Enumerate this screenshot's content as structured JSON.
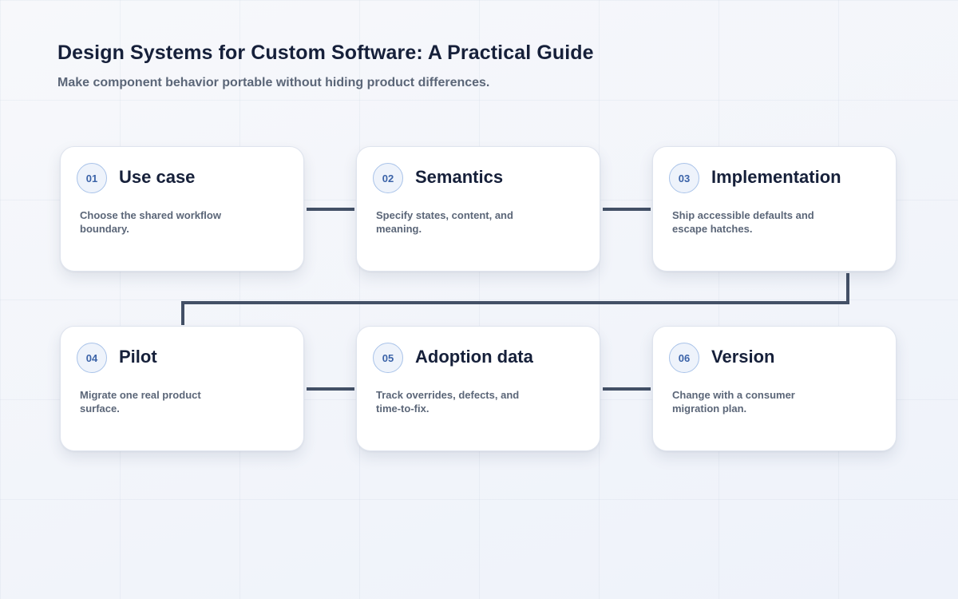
{
  "header": {
    "title": "Design Systems for Custom Software: A Practical Guide",
    "subtitle": "Make component behavior portable without hiding product differences."
  },
  "colors": {
    "connector": "#435066",
    "badge_text": "#3b63a8",
    "badge_border": "#a9c3e9"
  },
  "steps": [
    {
      "number": "01",
      "title": "Use case",
      "description": "Choose the shared workflow boundary."
    },
    {
      "number": "02",
      "title": "Semantics",
      "description": "Specify states, content, and meaning."
    },
    {
      "number": "03",
      "title": "Implementation",
      "description": "Ship accessible defaults and escape hatches."
    },
    {
      "number": "04",
      "title": "Pilot",
      "description": "Migrate one real product surface."
    },
    {
      "number": "05",
      "title": "Adoption data",
      "description": "Track overrides, defects, and time-to-fix."
    },
    {
      "number": "06",
      "title": "Version",
      "description": "Change with a consumer migration plan."
    }
  ]
}
